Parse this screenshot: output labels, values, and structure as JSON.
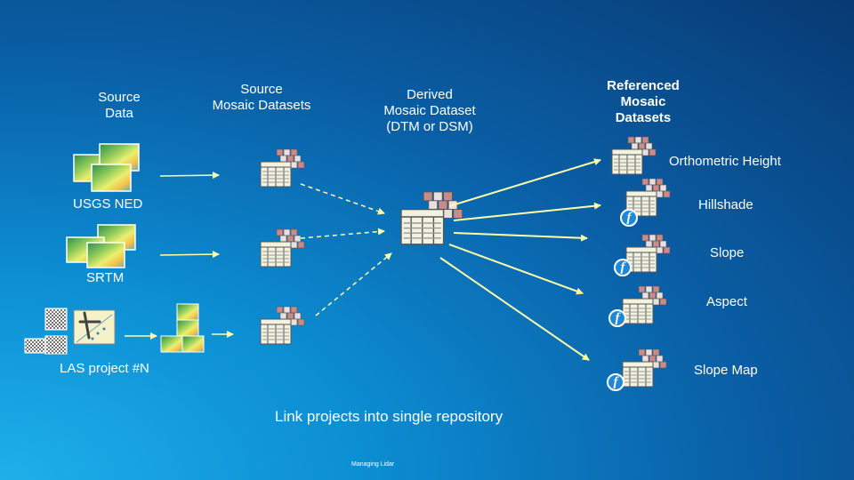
{
  "headings": {
    "source_data": "Source\nData",
    "source_mosaic": "Source\nMosaic Datasets",
    "derived_mosaic": "Derived\nMosaic Dataset\n(DTM or DSM)",
    "referenced_mosaic": "Referenced\nMosaic\nDatasets"
  },
  "sources": [
    {
      "label": "USGS NED"
    },
    {
      "label": "SRTM"
    },
    {
      "label": "LAS project #N"
    }
  ],
  "outputs": [
    {
      "label": "Orthometric Height",
      "function": ""
    },
    {
      "label": "Hillshade",
      "function": "f"
    },
    {
      "label": "Slope",
      "function": "f"
    },
    {
      "label": "Aspect",
      "function": "f"
    },
    {
      "label": "Slope Map",
      "function": "f"
    }
  ],
  "caption": "Link projects into single repository",
  "footer": "Managing Lidar",
  "colors": {
    "arrow": "#ffffaa",
    "table_fill": "#f2f2e0",
    "raster_dark": "#2f8f4a",
    "raster_light": "#e9f070",
    "mosaic_tile": "#c98a8a",
    "function_circle": "#1e88d6"
  }
}
